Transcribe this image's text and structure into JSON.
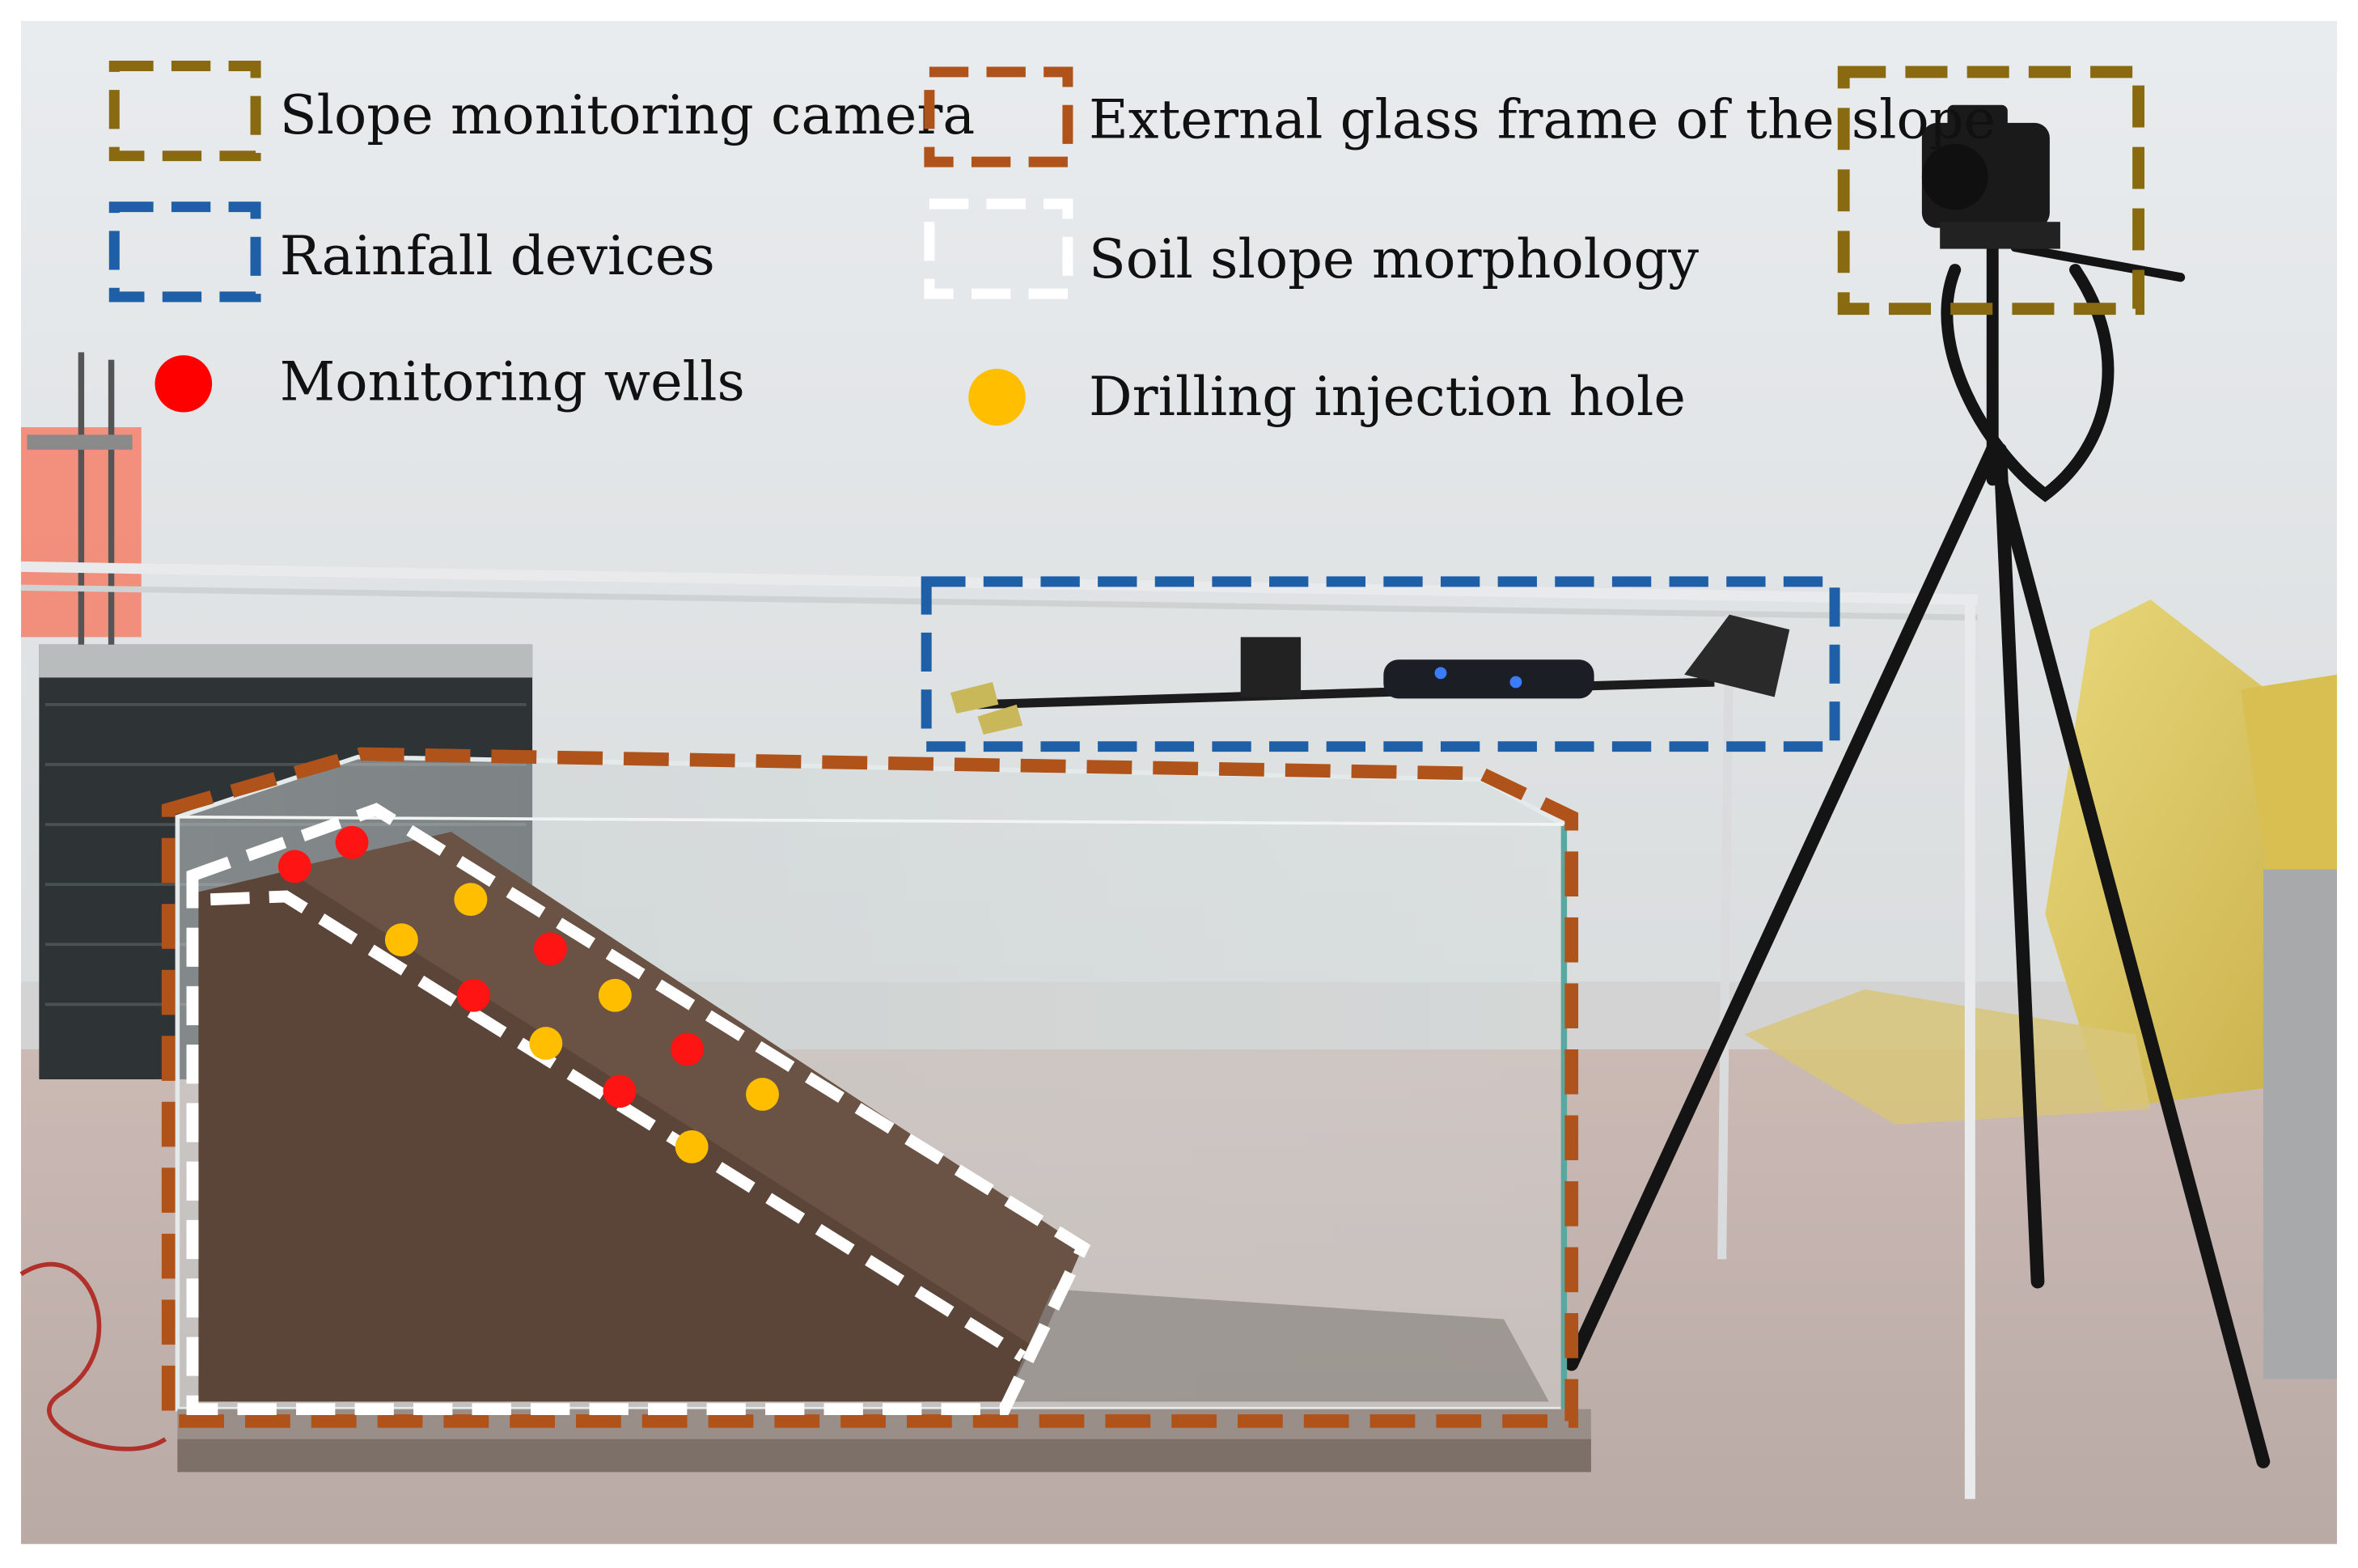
{
  "legend": {
    "camera_label": "Slope monitoring camera",
    "glass_frame_label": "External glass frame of the slope",
    "rainfall_label": "Rainfall devices",
    "soil_slope_label": "Soil slope morphology",
    "wells_label": "Monitoring wells",
    "injection_label": "Drilling injection hole"
  },
  "colors": {
    "camera_box": "#8a6a10",
    "glass_frame_box": "#b0531a",
    "rainfall_box": "#1f5fa8",
    "soil_slope_box": "#ffffff",
    "monitoring_well": "#ff0000",
    "injection_hole": "#ffbf00"
  },
  "icons": [
    "camera-icon",
    "tripod-icon",
    "rainfall-nozzle-icon"
  ]
}
